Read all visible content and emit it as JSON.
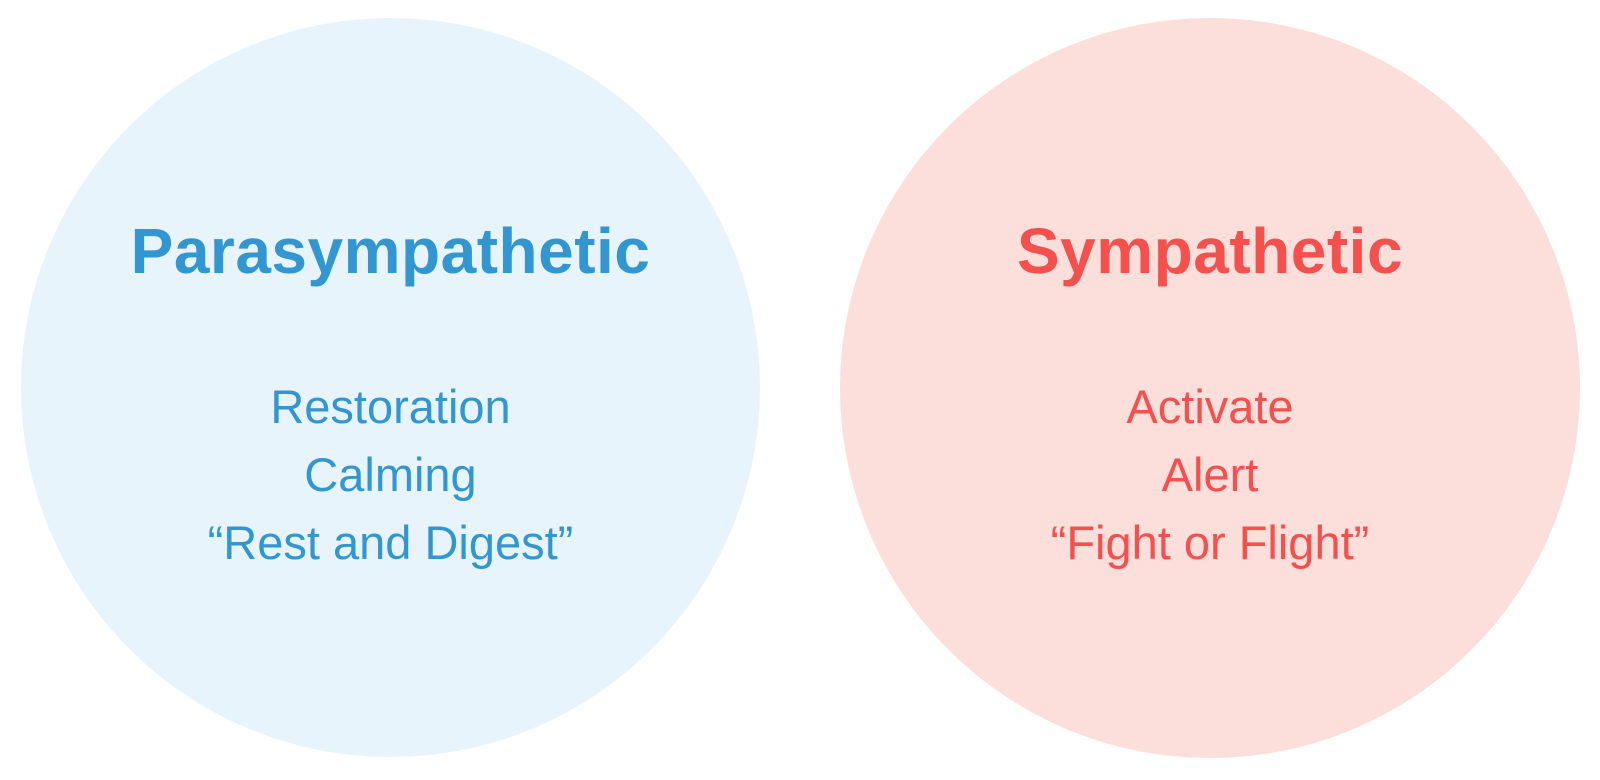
{
  "colors": {
    "background": "#ffffff",
    "left_fill": "#e8f4fc",
    "left_text": "#3296d1",
    "right_fill": "#fcdedb",
    "right_text": "#f4504e"
  },
  "circles": {
    "left": {
      "title": "Parasympathetic",
      "lines": [
        "Restoration",
        "Calming",
        "“Rest and Digest”"
      ]
    },
    "right": {
      "title": "Sympathetic",
      "lines": [
        "Activate",
        "Alert",
        "“Fight or Flight”"
      ]
    }
  }
}
